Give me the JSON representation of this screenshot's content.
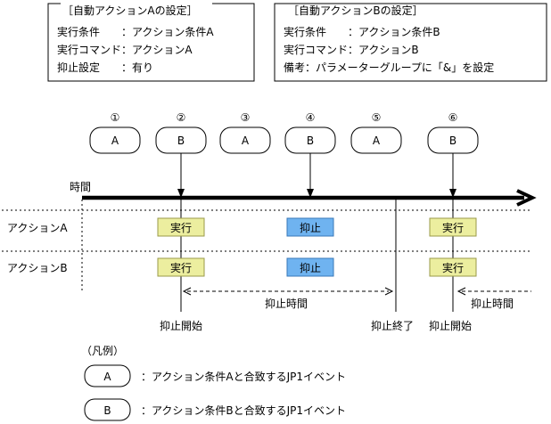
{
  "panel_a": {
    "title": "［自動アクションAの設定］",
    "lines": [
      "実行条件　　：アクション条件A",
      "実行コマンド：アクションA",
      "抑止設定　　：有り"
    ]
  },
  "panel_b": {
    "title": "［自動アクションBの設定］",
    "lines": [
      "実行条件　　：アクション条件B",
      "実行コマンド：アクションB",
      "備考：パラメーターグループに「&」を設定"
    ]
  },
  "events": [
    {
      "num": "①",
      "label": "A"
    },
    {
      "num": "②",
      "label": "B"
    },
    {
      "num": "③",
      "label": "A"
    },
    {
      "num": "④",
      "label": "B"
    },
    {
      "num": "⑤",
      "label": "A"
    },
    {
      "num": "⑥",
      "label": "B"
    }
  ],
  "time_label": "時間",
  "rows": [
    {
      "label": "アクションA",
      "cells": [
        {
          "text": "実行",
          "kind": "exec"
        },
        {
          "text": "抑止",
          "kind": "suppress"
        },
        {
          "text": "実行",
          "kind": "exec"
        }
      ]
    },
    {
      "label": "アクションB",
      "cells": [
        {
          "text": "実行",
          "kind": "exec"
        },
        {
          "text": "抑止",
          "kind": "suppress"
        },
        {
          "text": "実行",
          "kind": "exec"
        }
      ]
    }
  ],
  "suppress_period_label": "抑止時間",
  "markers": {
    "start1": "抑止開始",
    "end": "抑止終了",
    "start2": "抑止開始"
  },
  "legend": {
    "title": "（凡例）",
    "items": [
      {
        "label": "A",
        "desc": "：アクション条件Aと合致するJP1イベント"
      },
      {
        "label": "B",
        "desc": "：アクション条件Bと合致するJP1イベント"
      }
    ]
  },
  "colors": {
    "exec_fill": "#ecee9f",
    "exec_stroke": "#9a9a4a",
    "suppress_fill": "#6fb3f0",
    "suppress_stroke": "#3a78b8"
  }
}
